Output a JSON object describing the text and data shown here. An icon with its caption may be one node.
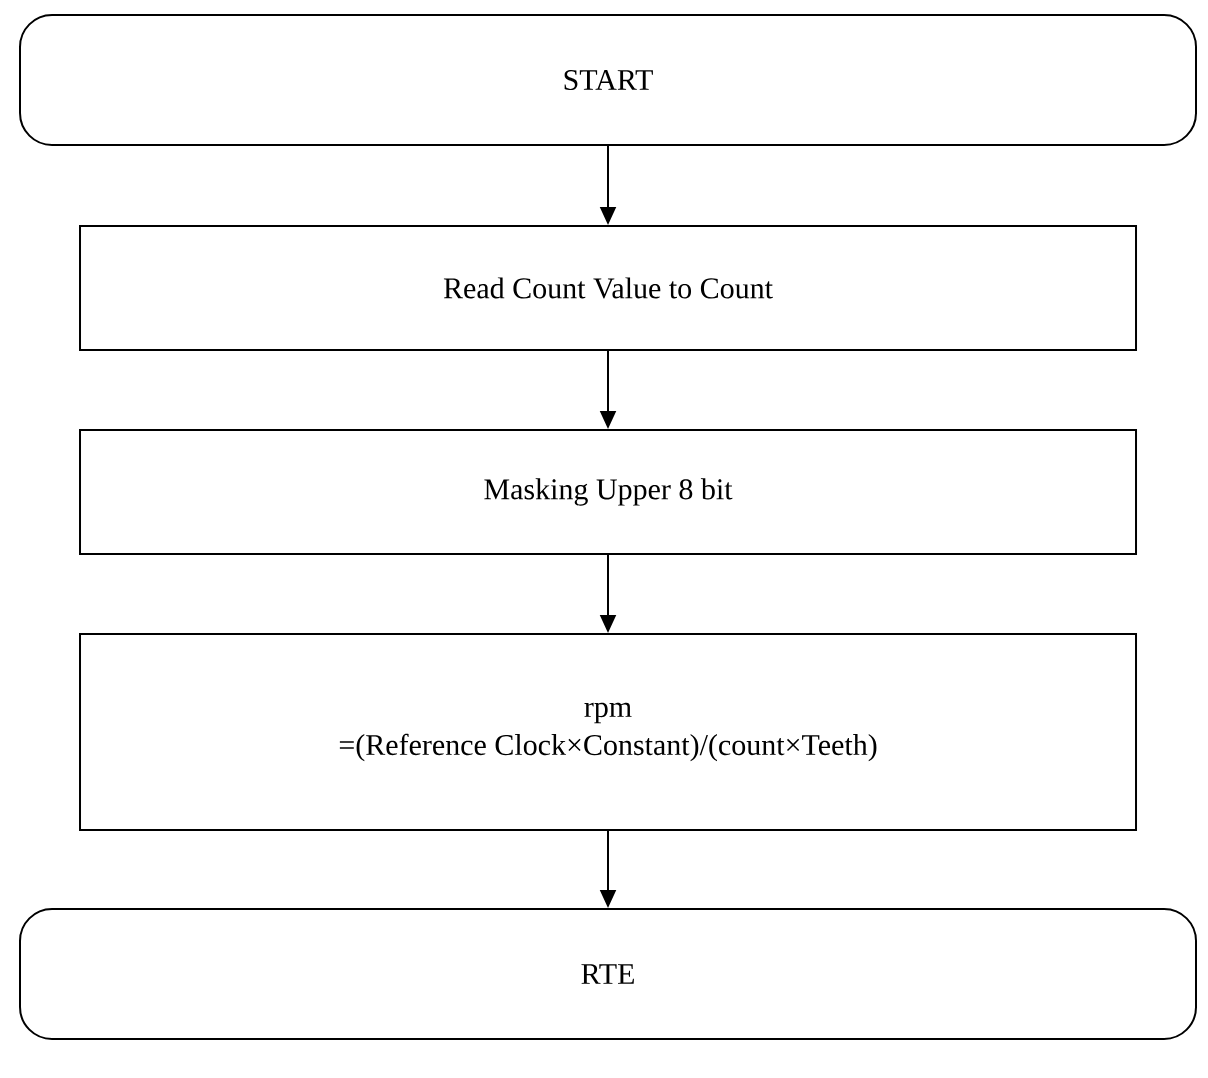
{
  "diagram": {
    "nodes": [
      {
        "text": [
          "START"
        ]
      },
      {
        "text": [
          "Read Count Value to Count"
        ]
      },
      {
        "text": [
          "Masking Upper 8 bit"
        ]
      },
      {
        "text": [
          "rpm",
          "=(Reference Clock×Constant)/(count×Teeth)"
        ]
      },
      {
        "text": [
          "RTE"
        ]
      }
    ],
    "edges": [
      {
        "from": 0,
        "to": 1,
        "arrow": "to"
      },
      {
        "from": 1,
        "to": 2,
        "arrow": "to"
      },
      {
        "from": 2,
        "to": 3,
        "arrow": "to"
      },
      {
        "from": 3,
        "to": 4,
        "arrow": "to"
      }
    ]
  }
}
